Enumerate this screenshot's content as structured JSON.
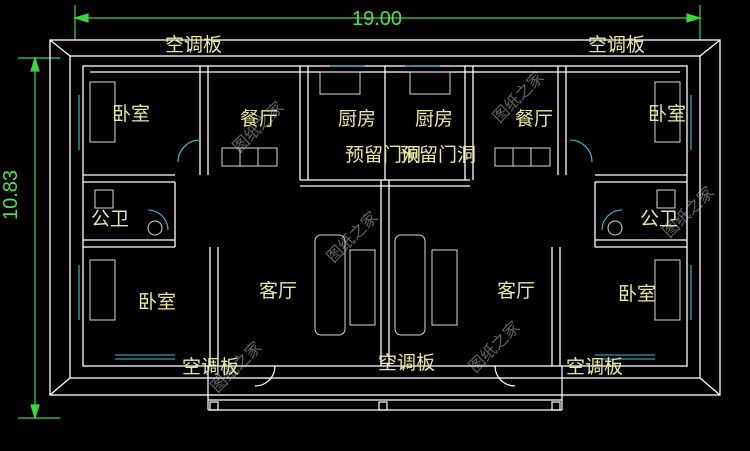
{
  "dimensions": {
    "width": "19.00",
    "depth": "10.83"
  },
  "labels": {
    "ac_board": "空调板",
    "bedroom": "卧室",
    "dining": "餐厅",
    "kitchen": "厨房",
    "living": "客厅",
    "public_wc": "公卫",
    "reserved_door": "预留门洞"
  },
  "watermark": "图纸之家",
  "colors": {
    "wall": "#ffffff",
    "dimension": "#3fd43f",
    "furniture": "#d8d8d8",
    "window": "#3fc0e0",
    "text": "#e8e8a0"
  }
}
